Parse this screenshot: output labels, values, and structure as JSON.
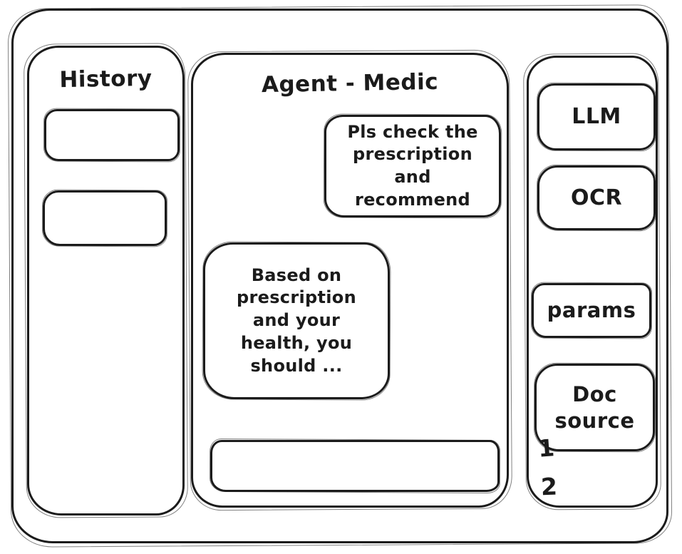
{
  "canvas": {
    "background": "#ffffff",
    "ink_color": "#1b1b1b",
    "style": "hand-drawn wireframe"
  },
  "history_panel": {
    "title": "History",
    "items": [
      {
        "label": ""
      },
      {
        "label": ""
      }
    ]
  },
  "chat_panel": {
    "title": "Agent - Medic",
    "messages": [
      {
        "role": "user",
        "text": "Pls check the prescription and recommend"
      },
      {
        "role": "agent",
        "text": "Based on prescription and your health, you should ..."
      }
    ],
    "input": {
      "value": "",
      "placeholder": ""
    }
  },
  "tools_panel": {
    "llm_button": "LLM",
    "ocr_button": "OCR",
    "params_button": "params",
    "doc_source_button": "Doc source",
    "doc_source_items": [
      "1",
      "2"
    ]
  }
}
